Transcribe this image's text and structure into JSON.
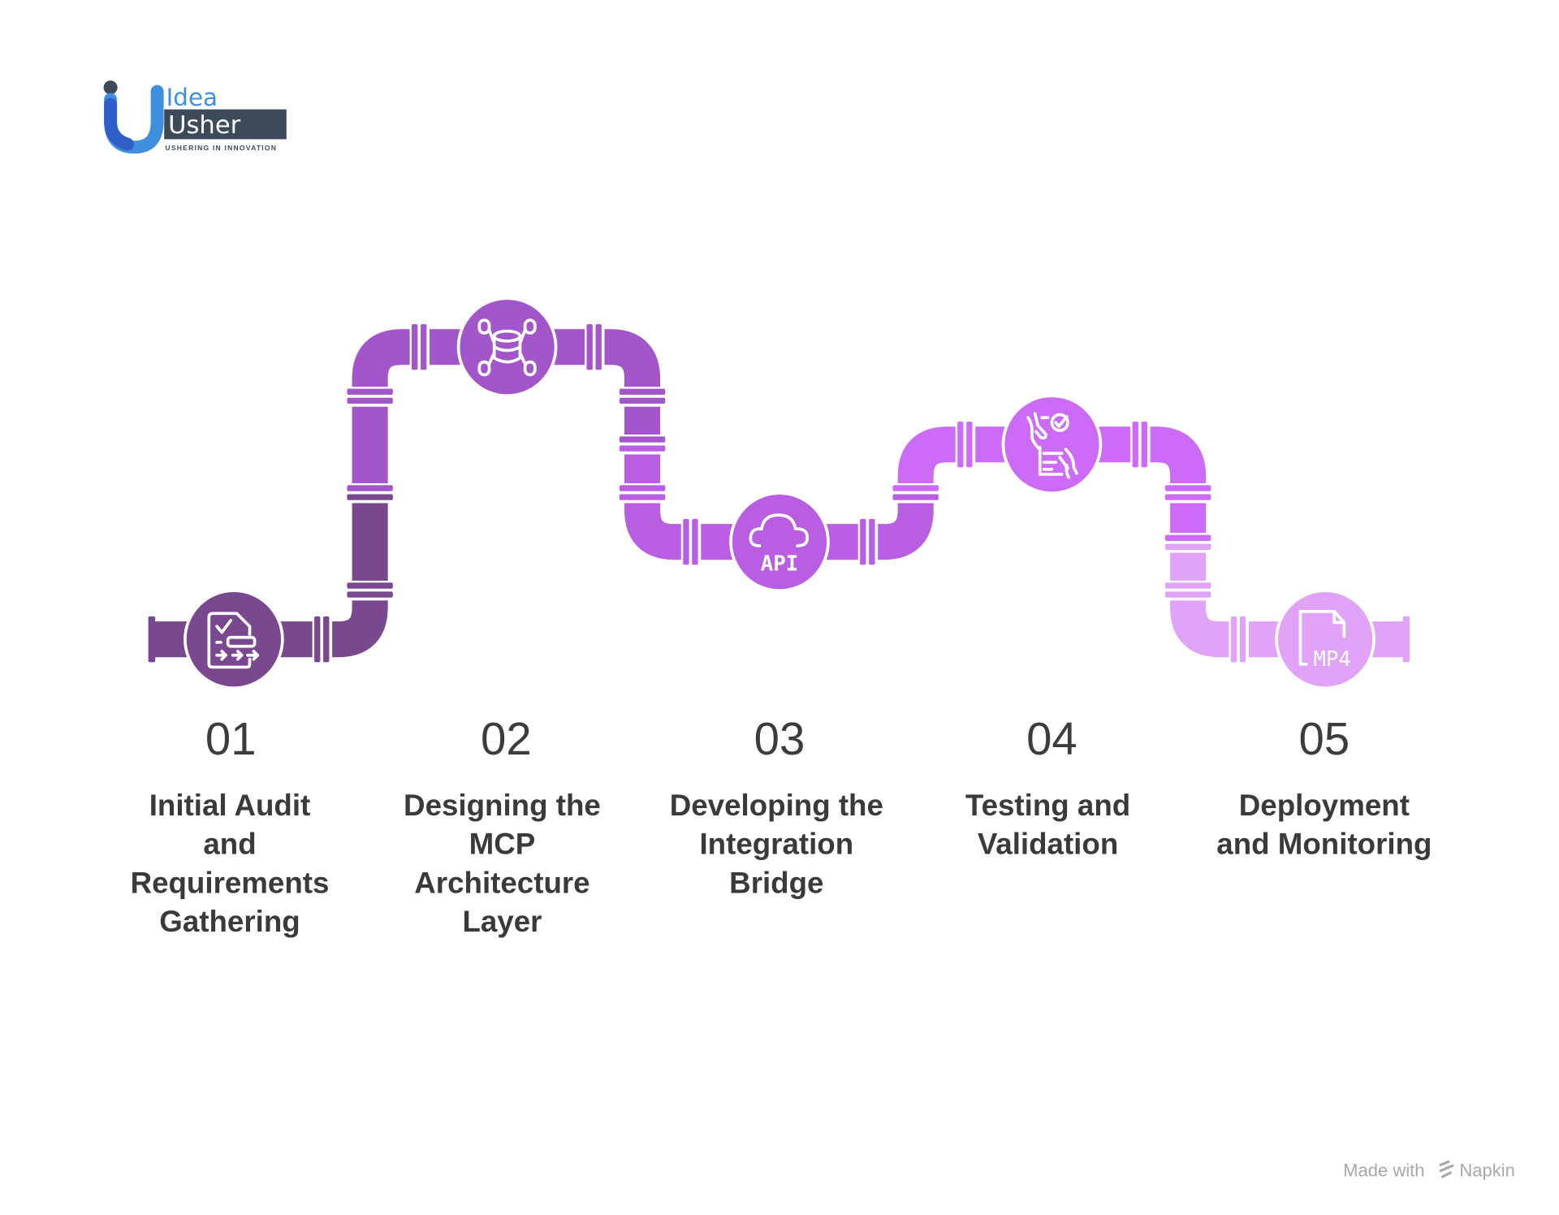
{
  "logo": {
    "word1": "Idea",
    "word2": "Usher",
    "tagline": "USHERING IN INNOVATION"
  },
  "colors": {
    "step1": "#79488E",
    "step2": "#A356C9",
    "step3": "#B95EE2",
    "step4": "#CB6BF7",
    "step5": "#E0A3F8"
  },
  "steps": [
    {
      "number": "01",
      "icon": "checklist-document-icon",
      "lines": [
        "Initial Audit",
        "and",
        "Requirements",
        "Gathering"
      ]
    },
    {
      "number": "02",
      "icon": "database-network-icon",
      "lines": [
        "Designing the",
        "MCP",
        "Architecture",
        "Layer"
      ]
    },
    {
      "number": "03",
      "icon": "cloud-api-icon",
      "icon_text": "API",
      "lines": [
        "Developing the",
        "Integration",
        "Bridge"
      ]
    },
    {
      "number": "04",
      "icon": "testing-validation-icon",
      "lines": [
        "Testing and",
        "Validation"
      ]
    },
    {
      "number": "05",
      "icon": "mp4-file-icon",
      "icon_text": "MP4",
      "lines": [
        "Deployment",
        "and Monitoring"
      ]
    }
  ],
  "footer": {
    "made_with": "Made with",
    "brand": "Napkin"
  }
}
